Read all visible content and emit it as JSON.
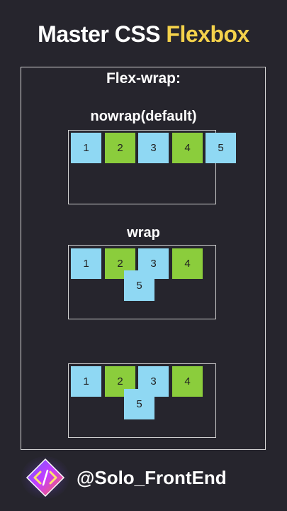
{
  "title": {
    "part1": "Master CSS",
    "part2": "Flexbox",
    "highlight_color": "#f4d24b"
  },
  "heading": "Flex-wrap:",
  "sections": [
    {
      "label": "nowrap(default)",
      "items": [
        "1",
        "2",
        "3",
        "4",
        "5"
      ]
    },
    {
      "label": "wrap",
      "items": [
        "1",
        "2",
        "3",
        "4",
        "5"
      ]
    },
    {
      "label": "",
      "items": [
        "1",
        "2",
        "3",
        "4",
        "5"
      ]
    }
  ],
  "colors": {
    "item_blue": "#8fd8f3",
    "item_green": "#8bcd3c",
    "background": "#26252d"
  },
  "footer": {
    "handle": "@Solo_FrontEnd",
    "logo_icon": "code-brackets-icon"
  }
}
